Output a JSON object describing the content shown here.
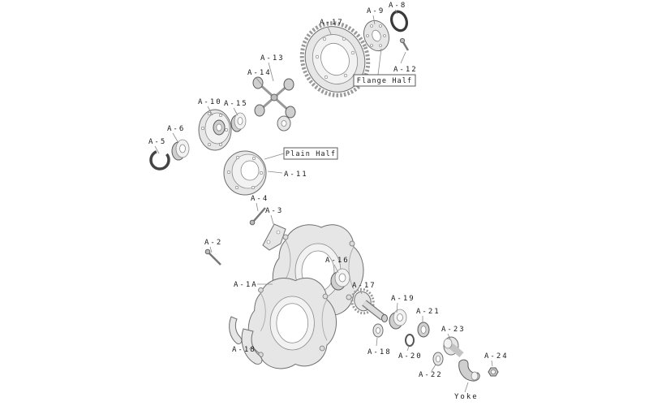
{
  "diagram": {
    "labels": {
      "a5": "A-5",
      "a6": "A-6",
      "a10": "A-10",
      "a15": "A-15",
      "a14": "A-14",
      "a13": "A-13",
      "a17_top": "A-17",
      "a9": "A-9",
      "a8": "A-8",
      "a12": "A-12",
      "flange_half": "Flange Half",
      "plain_half": "Plain Half",
      "a11": "A-11",
      "a4": "A-4",
      "a3": "A-3",
      "a2": "A-2",
      "a1a": "A-1A",
      "a16": "A-16",
      "a17_bottom": "A-17",
      "a19": "A-19",
      "a21": "A-21",
      "a23": "A-23",
      "a18_left": "A-18",
      "a18_mid": "A-18",
      "a20": "A-20",
      "a22": "A-22",
      "a24": "A-24",
      "yoke": "Yoke"
    },
    "colors": {
      "background": "#ffffff",
      "label_text": "#1b1b1b",
      "leader_line": "#8a8a8a",
      "part_fill": "#e6e6e6",
      "part_stroke": "#6e6e6e"
    }
  }
}
